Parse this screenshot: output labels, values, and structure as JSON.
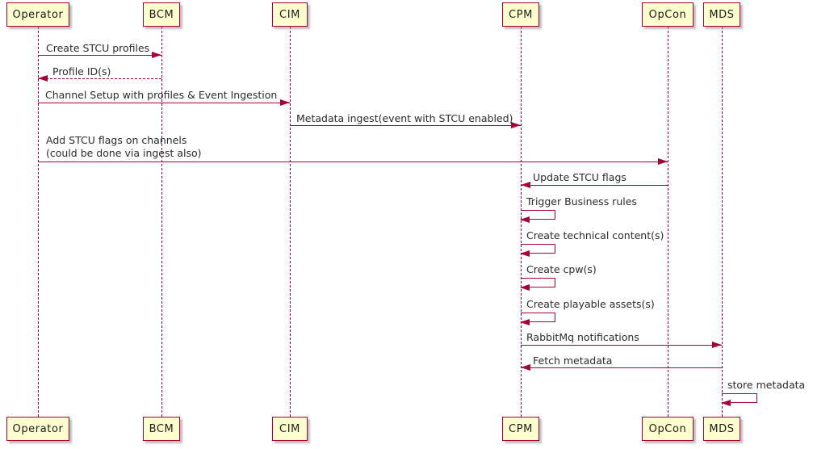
{
  "diagram": {
    "type": "sequence-diagram",
    "colors": {
      "actor_fill": "#FEFECE",
      "actor_border": "#A80036",
      "arrow": "#A80036",
      "lifeline": "#A80036",
      "text": "#2b2b2b",
      "background": "#ffffff"
    },
    "actors": [
      {
        "name": "Operator"
      },
      {
        "name": "BCM"
      },
      {
        "name": "CIM"
      },
      {
        "name": "CPM"
      },
      {
        "name": "OpCon"
      },
      {
        "name": "MDS"
      }
    ],
    "messages": [
      {
        "from": "Operator",
        "to": "BCM",
        "label": "Create STCU profiles",
        "line": "solid"
      },
      {
        "from": "BCM",
        "to": "Operator",
        "label": "Profile ID(s)",
        "line": "dashed"
      },
      {
        "from": "Operator",
        "to": "CIM",
        "label": "Channel Setup with profiles & Event Ingestion",
        "line": "solid"
      },
      {
        "from": "CIM",
        "to": "CPM",
        "label": "Metadata ingest(event with STCU enabled)",
        "line": "solid"
      },
      {
        "from": "Operator",
        "to": "OpCon",
        "label": "Add STCU flags on channels\n(could be done via ingest also)",
        "line": "solid"
      },
      {
        "from": "OpCon",
        "to": "CPM",
        "label": "Update STCU flags",
        "line": "solid"
      },
      {
        "from": "CPM",
        "to": "CPM",
        "label": "Trigger Business rules",
        "line": "self"
      },
      {
        "from": "CPM",
        "to": "CPM",
        "label": "Create technical content(s)",
        "line": "self"
      },
      {
        "from": "CPM",
        "to": "CPM",
        "label": "Create cpw(s)",
        "line": "self"
      },
      {
        "from": "CPM",
        "to": "CPM",
        "label": "Create playable assets(s)",
        "line": "self"
      },
      {
        "from": "CPM",
        "to": "MDS",
        "label": "RabbitMq notifications",
        "line": "solid"
      },
      {
        "from": "MDS",
        "to": "CPM",
        "label": "Fetch metadata",
        "line": "solid"
      },
      {
        "from": "MDS",
        "to": "MDS",
        "label": "store metadata",
        "line": "self"
      }
    ]
  }
}
